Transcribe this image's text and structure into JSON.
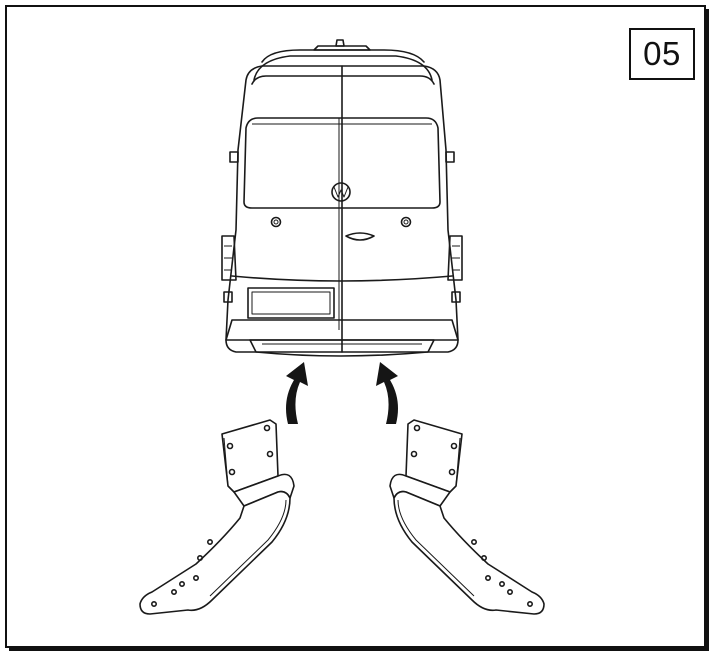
{
  "step": {
    "number": "05"
  },
  "colors": {
    "line": "#1a1a1a",
    "background": "#ffffff"
  },
  "icons": [
    "van-rear-view",
    "mounting-bracket-left",
    "mounting-bracket-right",
    "curved-arrow-up"
  ]
}
